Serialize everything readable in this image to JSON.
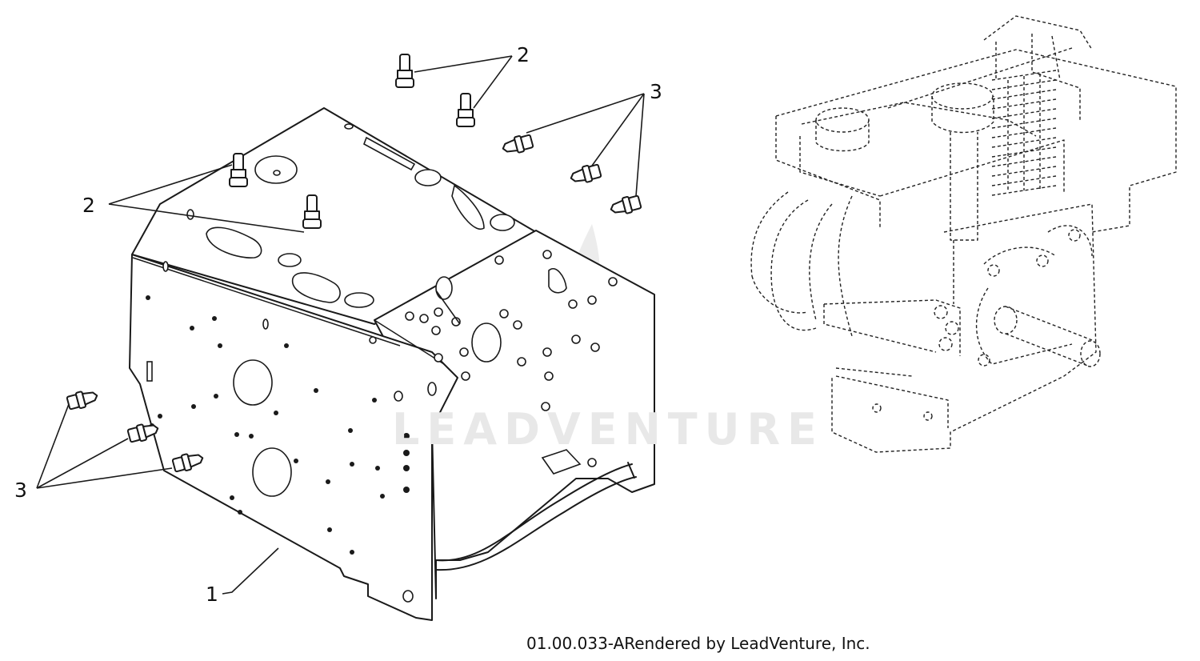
{
  "diagram": {
    "callouts": {
      "c1": "1",
      "c2a": "2",
      "c2b": "2",
      "c3a": "3",
      "c3b": "3"
    },
    "watermark": "LEADVENTURE",
    "drawing_number": "01.00.033-A",
    "credit": "Rendered by LeadVenture, Inc.",
    "colors": {
      "line": "#1a1a1a",
      "watermark": "#e8e8e8",
      "background": "#ffffff"
    }
  }
}
